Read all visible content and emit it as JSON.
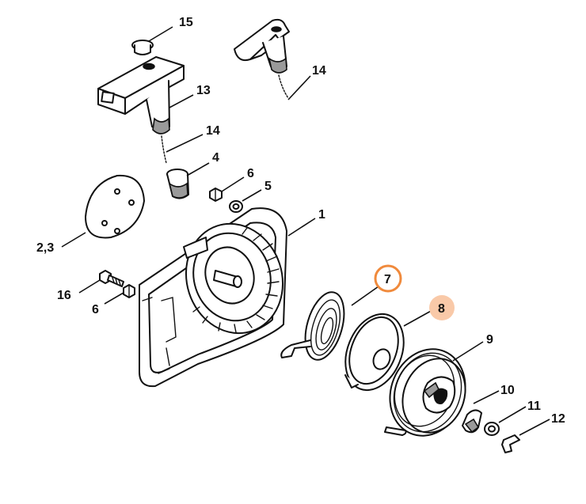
{
  "callouts": [
    {
      "id": "c15",
      "label": "15"
    },
    {
      "id": "c14a",
      "label": "14"
    },
    {
      "id": "c13",
      "label": "13"
    },
    {
      "id": "c14b",
      "label": "14"
    },
    {
      "id": "c4",
      "label": "4"
    },
    {
      "id": "c6a",
      "label": "6"
    },
    {
      "id": "c5",
      "label": "5"
    },
    {
      "id": "c1",
      "label": "1"
    },
    {
      "id": "c23",
      "label": "2,3"
    },
    {
      "id": "c16",
      "label": "16"
    },
    {
      "id": "c6b",
      "label": "6"
    },
    {
      "id": "c7",
      "label": "7"
    },
    {
      "id": "c8",
      "label": "8"
    },
    {
      "id": "c9",
      "label": "9"
    },
    {
      "id": "c10",
      "label": "10"
    },
    {
      "id": "c11",
      "label": "11"
    },
    {
      "id": "c12",
      "label": "12"
    }
  ],
  "highlight": {
    "primary_color": "#f08a3c",
    "secondary_color": "#f9c9a8"
  }
}
